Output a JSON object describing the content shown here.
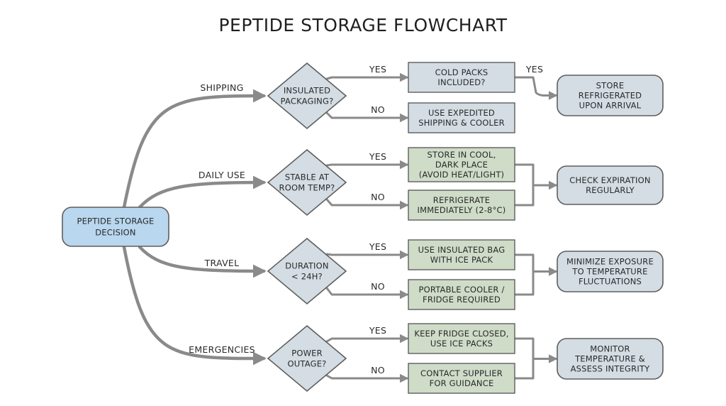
{
  "title": "PEPTIDE STORAGE FLOWCHART",
  "colors": {
    "start_fill": "#b9d7ee",
    "question_fill": "#d3dde3",
    "action_blue_fill": "#d3dde3",
    "action_green_fill": "#cfdcc8",
    "outcome_fill": "#d3dde3",
    "stroke": "#5e5e5e",
    "arrow": "#8a8a8a"
  },
  "start": {
    "lines": [
      "PEPTIDE STORAGE",
      "DECISION"
    ]
  },
  "branches": [
    {
      "label": "SHIPPING",
      "question": [
        "INSULATED",
        "PACKAGING?"
      ],
      "yes_label": "YES",
      "no_label": "NO",
      "yes_action": [
        "COLD PACKS",
        "INCLUDED?"
      ],
      "no_action": [
        "USE EXPEDITED",
        "SHIPPING & COOLER"
      ],
      "extra_yes_label": "YES",
      "outcome": [
        "STORE",
        "REFRIGERATED",
        "UPON ARRIVAL"
      ]
    },
    {
      "label": "DAILY USE",
      "question": [
        "STABLE AT",
        "ROOM TEMP?"
      ],
      "yes_label": "YES",
      "no_label": "NO",
      "yes_action": [
        "STORE IN COOL,",
        "DARK PLACE",
        "(AVOID HEAT/LIGHT)"
      ],
      "no_action": [
        "REFRIGERATE",
        "IMMEDIATELY (2-8°C)"
      ],
      "outcome": [
        "CHECK EXPIRATION",
        "REGULARLY"
      ]
    },
    {
      "label": "TRAVEL",
      "question": [
        "DURATION",
        "< 24H?"
      ],
      "yes_label": "YES",
      "no_label": "NO",
      "yes_action": [
        "USE INSULATED BAG",
        "WITH ICE PACK"
      ],
      "no_action": [
        "PORTABLE COOLER /",
        "FRIDGE REQUIRED"
      ],
      "outcome": [
        "MINIMIZE EXPOSURE",
        "TO TEMPERATURE",
        "FLUCTUATIONS"
      ]
    },
    {
      "label": "EMERGENCIES",
      "question": [
        "POWER",
        "OUTAGE?"
      ],
      "yes_label": "YES",
      "no_label": "NO",
      "yes_action": [
        "KEEP FRIDGE CLOSED,",
        "USE ICE PACKS"
      ],
      "no_action": [
        "CONTACT SUPPLIER",
        "FOR GUIDANCE"
      ],
      "outcome": [
        "MONITOR",
        "TEMPERATURE &",
        "ASSESS INTEGRITY"
      ]
    }
  ]
}
